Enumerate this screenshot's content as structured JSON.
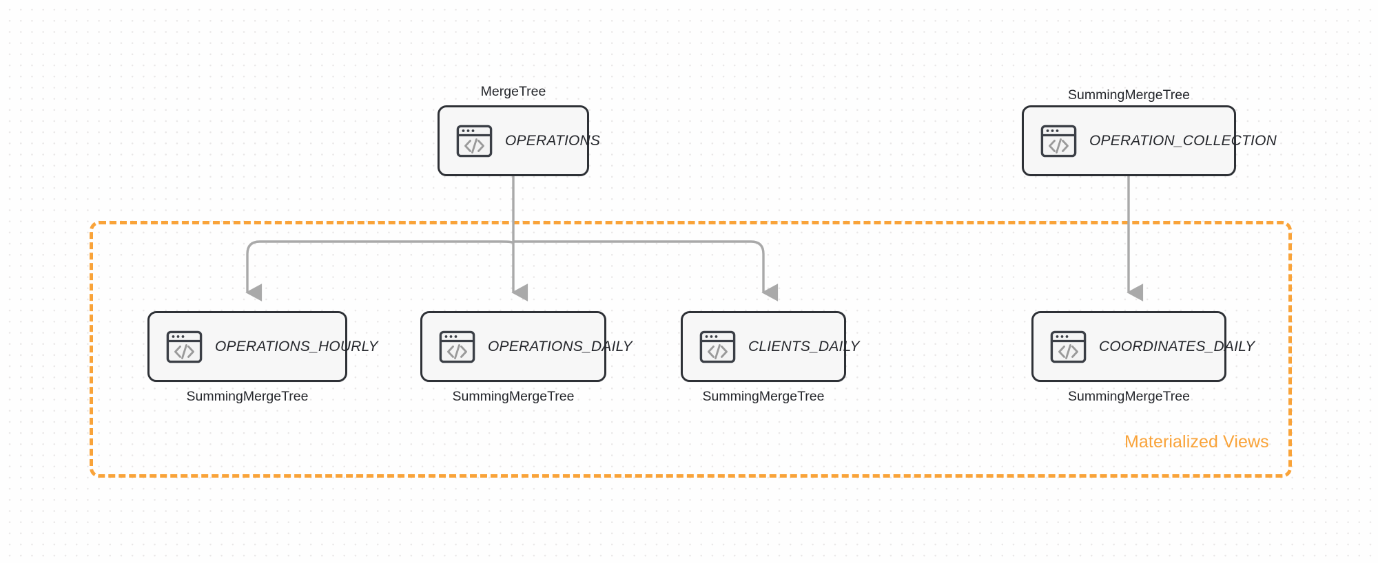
{
  "diagram": {
    "title": "ClickHouse table and materialized view lineage",
    "background_color": "#FEFEFE",
    "accent_color": "#F9A339",
    "node_border_color": "#2E3136",
    "edge_color": "#A9A9A9",
    "group": {
      "label": "Materialized Views",
      "border_style": "dashed",
      "color": "#F9A339"
    },
    "nodes": [
      {
        "id": "operations",
        "title": "OPERATIONS",
        "engine": "MergeTree",
        "caption_position": "above",
        "icon": "code-window-icon"
      },
      {
        "id": "operation_collection",
        "title": "OPERATION_COLLECTION",
        "engine": "SummingMergeTree",
        "caption_position": "above",
        "icon": "code-window-icon"
      },
      {
        "id": "operations_hourly",
        "title": "OPERATIONS_HOURLY",
        "engine": "SummingMergeTree",
        "caption_position": "below",
        "icon": "code-window-icon"
      },
      {
        "id": "operations_daily",
        "title": "OPERATIONS_DAILY",
        "engine": "SummingMergeTree",
        "caption_position": "below",
        "icon": "code-window-icon"
      },
      {
        "id": "clients_daily",
        "title": "CLIENTS_DAILY",
        "engine": "SummingMergeTree",
        "caption_position": "below",
        "icon": "code-window-icon"
      },
      {
        "id": "coordinates_daily",
        "title": "COORDINATES_DAILY",
        "engine": "SummingMergeTree",
        "caption_position": "below",
        "icon": "code-window-icon"
      }
    ],
    "edges": [
      {
        "from": "operations",
        "to": "operations_hourly"
      },
      {
        "from": "operations",
        "to": "operations_daily"
      },
      {
        "from": "operations",
        "to": "clients_daily"
      },
      {
        "from": "operation_collection",
        "to": "coordinates_daily"
      }
    ]
  }
}
